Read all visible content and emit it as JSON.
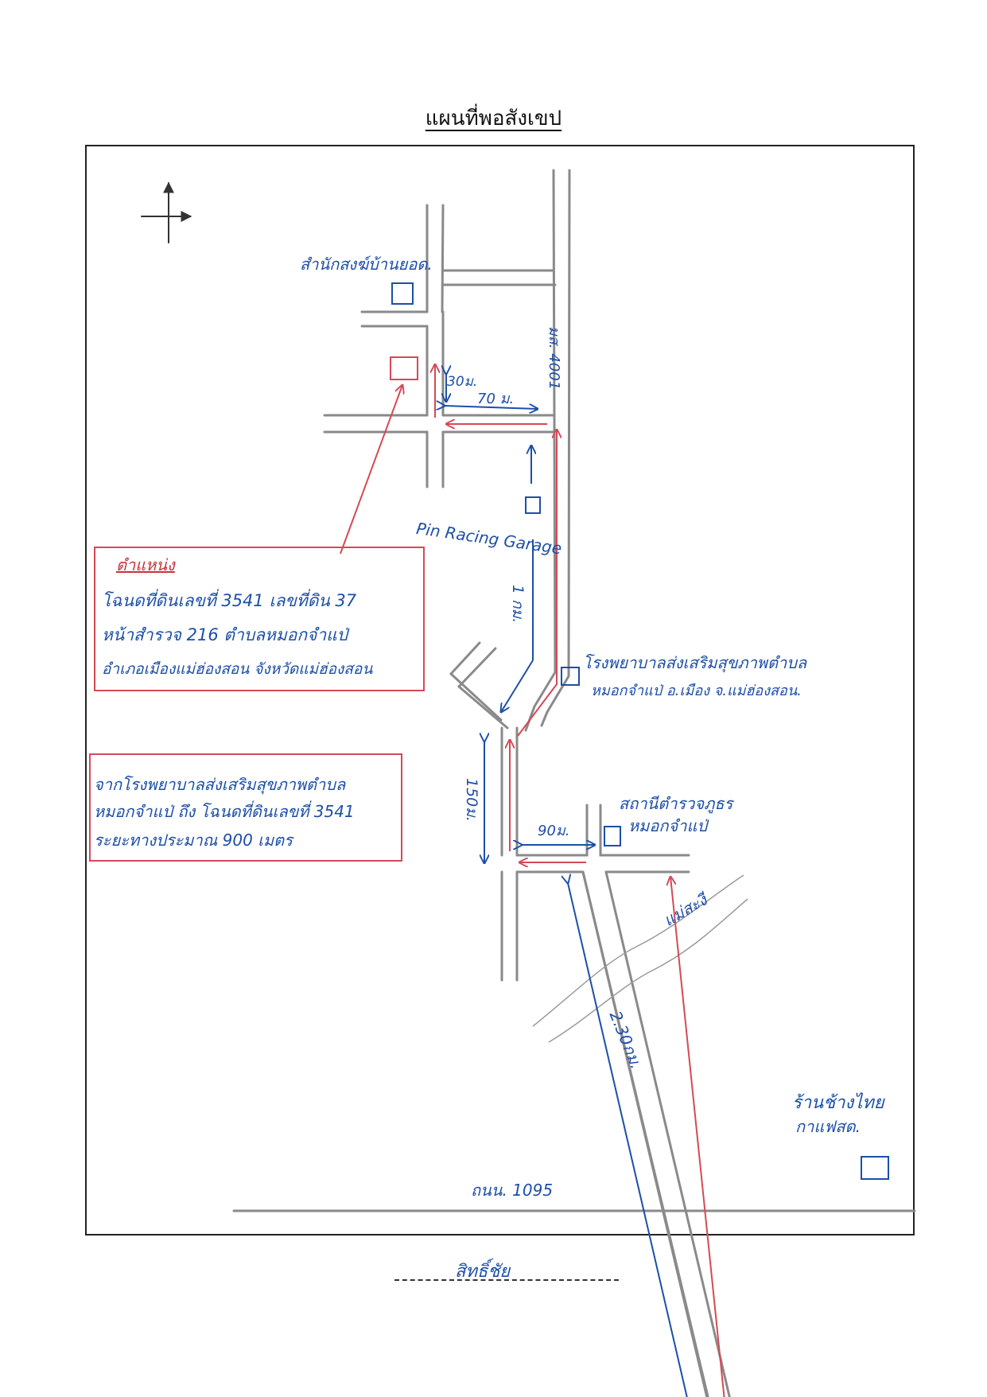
{
  "title": "แผนที่พอสังเขป",
  "places": {
    "sub_district_office": "สำนักสงฆ์บ้านยอด.",
    "garage": "Pin Racing Garage",
    "hospital_line1": "โรงพยาบาลส่งเสริมสุขภาพตำบล",
    "hospital_line2": "หมอกจำแป่ อ.เมือง จ.แม่ฮ่องสอน.",
    "police_line1": "สถานีตำรวจภูธร",
    "police_line2": "หมอกจำแป่",
    "shop_line1": "ร้านช้างไทย",
    "shop_line2": "กาแฟสด.",
    "river": "แม่สะงี",
    "main_road": "ถนน. 1095",
    "road_4001": "มส. 4001"
  },
  "distances": {
    "d_30m": "30ม.",
    "d_70m": "70 ม.",
    "d_1km": "1 กม.",
    "d_150m": "150ม.",
    "d_90m": "90ม.",
    "d_230m": "2.30กม."
  },
  "location_box": {
    "heading": "ตำแหน่ง",
    "line1": "โฉนดที่ดินเลขที่ 3541  เลขที่ดิน 37",
    "line2": "หน้าสำรวจ 216   ตำบลหมอกจำแป่",
    "line3": "อำเภอเมืองแม่ฮ่องสอน  จังหวัดแม่ฮ่องสอน"
  },
  "distance_box": {
    "line1": "จากโรงพยาบาลส่งเสริมสุขภาพตำบล",
    "line2": "หมอกจำแป่ ถึง โฉนดที่ดินเลขที่ 3541",
    "line3": "ระยะทางประมาณ 900 เมตร"
  },
  "signature": "สิทธิ์ชัย",
  "colors": {
    "road": "#8a8a8a",
    "blue": "#1d4fa8",
    "red": "#d44a55",
    "ink": "#222222"
  }
}
